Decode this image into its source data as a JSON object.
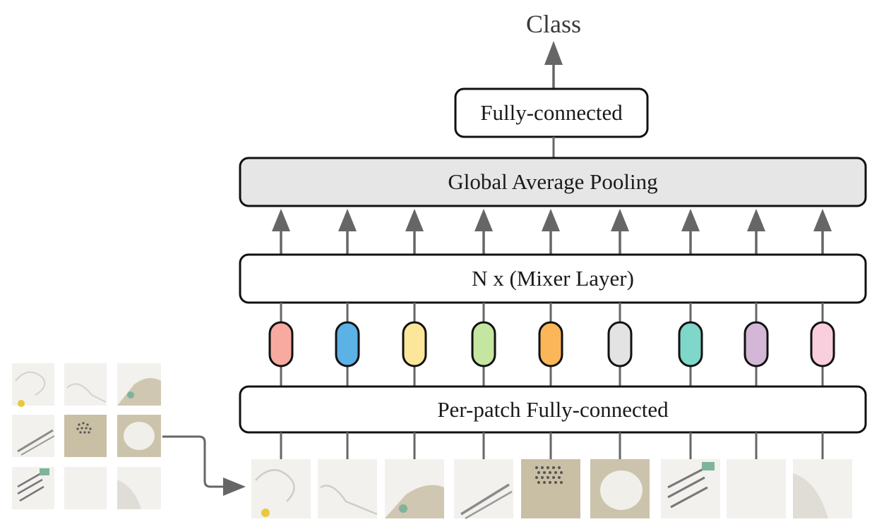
{
  "output_label": "Class",
  "blocks": {
    "fully_connected": "Fully-connected",
    "global_average_pooling": "Global Average Pooling",
    "mixer_layer": "N x (Mixer Layer)",
    "per_patch_fc": "Per-patch Fully-connected"
  },
  "colors": {
    "arrow": "#666666",
    "box_stroke": "#111111",
    "pooling_fill": "#e6e6e6",
    "box_fill": "#ffffff",
    "tokens": [
      "#f8aaa0",
      "#5cb1e5",
      "#fbe69a",
      "#c4e6a0",
      "#fbb65a",
      "#e3e3e3",
      "#7fd7c9",
      "#d4b7d6",
      "#f9cedd"
    ]
  },
  "token_count": 9,
  "image_patches": [
    "cable",
    "cable-handle",
    "mixer-base-green",
    "whisk-green",
    "mixer-vents",
    "mixer-handle",
    "whisk-beaters",
    "blank",
    "mixer-shadow"
  ]
}
